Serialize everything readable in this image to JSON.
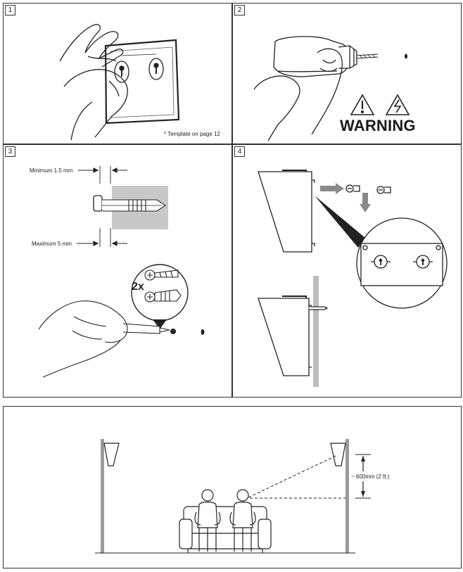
{
  "steps": [
    {
      "number": "1",
      "note": "* Template on page 12"
    },
    {
      "number": "2",
      "warning": "WARNING"
    },
    {
      "number": "3",
      "min_label": "Minimum 1.5 mm",
      "max_label": "Maximum 5 mm",
      "qty": "2x"
    },
    {
      "number": "4"
    }
  ],
  "room": {
    "distance_label": "~ 600mm (2 ft.)"
  }
}
